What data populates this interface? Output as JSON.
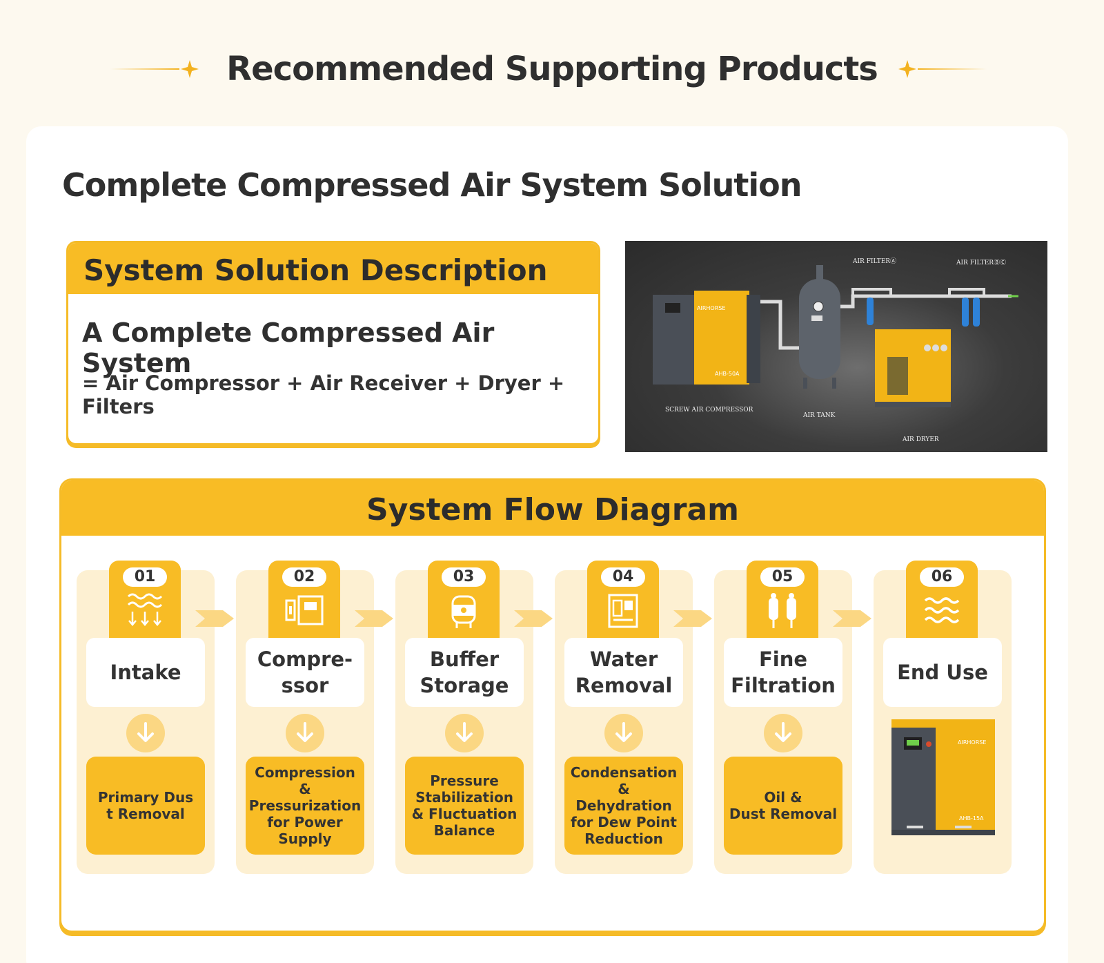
{
  "header": {
    "title": "Recommended Supporting Products"
  },
  "solution": {
    "title": "Complete Compressed Air System Solution"
  },
  "description": {
    "heading": "System Solution Description",
    "main": "A Complete Compressed Air System",
    "formula": "= Air Compressor + Air Receiver + Dryer + Filters"
  },
  "photo": {
    "labels": {
      "filter_a": "AIR FILTERⒶ",
      "filter_bc": "AIR FILTERⒷⒸ",
      "compressor": "SCREW AIR COMPRESSOR",
      "tank": "AIR TANK",
      "dryer": "AIR DRYER",
      "brand": "AIRHORSE",
      "model": "AHB-50A"
    }
  },
  "flow": {
    "heading": "System Flow Diagram",
    "steps": [
      {
        "num": "01",
        "label": "Intake",
        "desc": "Primary Dus\nt Removal",
        "icon": "air-intake-icon"
      },
      {
        "num": "02",
        "label": "Compre-\nssor",
        "desc": "Compression &\nPressurization\nfor Power Supply",
        "icon": "compressor-icon"
      },
      {
        "num": "03",
        "label": "Buffer\nStorage",
        "desc": "Pressure\nStabilization\n& Fluctuation\nBalance",
        "icon": "tank-icon"
      },
      {
        "num": "04",
        "label": "Water\nRemoval",
        "desc": "Condensation &\nDehydration\nfor Dew Point\nReduction",
        "icon": "dryer-icon"
      },
      {
        "num": "05",
        "label": "Fine\nFiltration",
        "desc": "Oil &\nDust Removal",
        "icon": "filter-icon"
      },
      {
        "num": "06",
        "label": "End Use",
        "desc": "",
        "icon": "air-flow-icon"
      }
    ],
    "end_machine": {
      "brand": "AIRHORSE",
      "model": "AHB-15A"
    }
  },
  "colors": {
    "accent": "#f8bc25",
    "background": "#fdf9ef",
    "step_bg": "#fdf0d2"
  }
}
